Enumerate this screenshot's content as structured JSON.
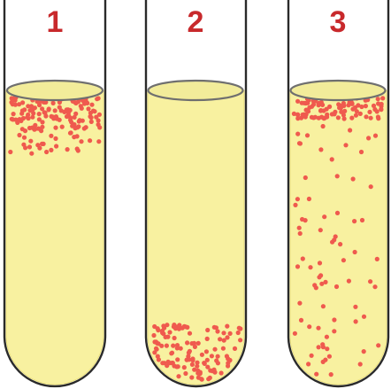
{
  "diagram": {
    "colors": {
      "background": "#ffffff",
      "medium": "#f8f1a0",
      "medium_edge": "#eadf7a",
      "meniscus": "#f2ec9a",
      "outline": "#2a2a2a",
      "meniscus_outline": "#6f6f6f",
      "dot": "#ef5a4e",
      "label": "#c8292c"
    },
    "tubes": [
      {
        "id": "1",
        "label": "1",
        "growth": "top"
      },
      {
        "id": "2",
        "label": "2",
        "growth": "bottom"
      },
      {
        "id": "3",
        "label": "3",
        "growth": "top-and-throughout"
      }
    ]
  }
}
